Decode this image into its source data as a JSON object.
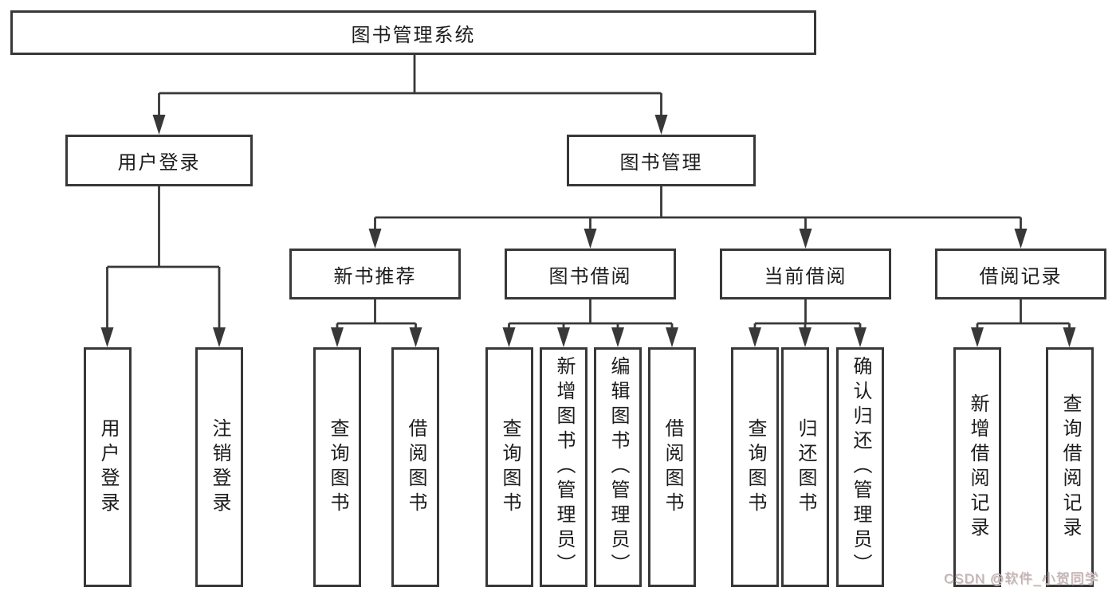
{
  "diagram": {
    "colors": {
      "line": "#383838",
      "box_border": "#383838",
      "box_fill": "#ffffff",
      "text": "#1c1c1c",
      "watermark": "#b5b5b5"
    },
    "nodes": {
      "root": {
        "label": "图书管理系统"
      },
      "level2": [
        {
          "label": "用户登录"
        },
        {
          "label": "图书管理"
        }
      ],
      "level3": [
        {
          "label": "新书推荐",
          "parent": "图书管理"
        },
        {
          "label": "图书借阅",
          "parent": "图书管理"
        },
        {
          "label": "当前借阅",
          "parent": "图书管理"
        },
        {
          "label": "借阅记录",
          "parent": "图书管理"
        }
      ],
      "level4": [
        {
          "label": "用户登录",
          "parent": "用户登录"
        },
        {
          "label": "注销登录",
          "parent": "用户登录"
        },
        {
          "label": "查询图书",
          "parent": "新书推荐"
        },
        {
          "label": "借阅图书",
          "parent": "新书推荐"
        },
        {
          "label": "查询图书",
          "parent": "图书借阅"
        },
        {
          "label": "新增图书（管理员）",
          "parent": "图书借阅"
        },
        {
          "label": "编辑图书（管理员）",
          "parent": "图书借阅"
        },
        {
          "label": "借阅图书",
          "parent": "图书借阅"
        },
        {
          "label": "查询图书",
          "parent": "当前借阅"
        },
        {
          "label": "归还图书",
          "parent": "当前借阅"
        },
        {
          "label": "确认归还（管理员）",
          "parent": "当前借阅"
        },
        {
          "label": "新增借阅记录",
          "parent": "借阅记录"
        },
        {
          "label": "查询借阅记录",
          "parent": "借阅记录"
        }
      ]
    }
  },
  "watermark": {
    "text": "CSDN @软件_小贺同学"
  }
}
